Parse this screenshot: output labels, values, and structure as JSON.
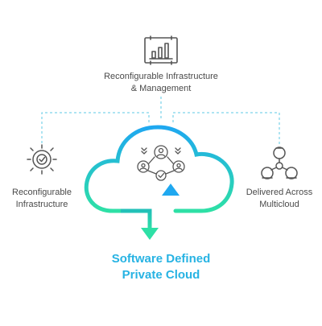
{
  "diagram": {
    "center": {
      "title_line1": "Software Defined",
      "title_line2": "Private Cloud",
      "icon": "users-network-icon"
    },
    "nodes": [
      {
        "id": "top",
        "line1": "Reconfigurable Infrastructure",
        "line2": "& Management",
        "icon": "bar-chart-icon"
      },
      {
        "id": "left",
        "line1": "Reconfigurable",
        "line2": "Infrastructure",
        "icon": "gear-icon"
      },
      {
        "id": "right",
        "line1": "Delivered Across",
        "line2": "Multicloud",
        "icon": "network-nodes-icon"
      }
    ],
    "colors": {
      "cloud_gradient_top": "#1fa8f0",
      "cloud_gradient_bottom": "#2ee0a6",
      "connector": "#5cc8e6",
      "icon_stroke": "#555555",
      "title": "#27b3e3"
    }
  }
}
